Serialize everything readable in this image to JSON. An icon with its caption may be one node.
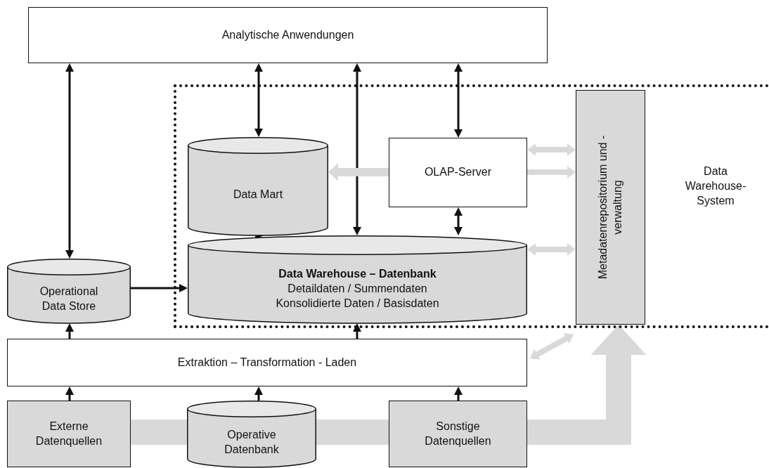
{
  "diagram": {
    "nodes": [
      {
        "text": [
          "Analytische Anwendungen"
        ]
      },
      {
        "text": [
          "Data Warehouse-System"
        ]
      },
      {
        "text": [
          "Data Mart"
        ],
        "in": 1
      },
      {
        "text": [
          "OLAP-Server"
        ],
        "in": 1
      },
      {
        "text": [
          "Metadatenrepositorium und -verwaltung"
        ],
        "in": 1
      },
      {
        "text": [
          "Data Warehouse – Datenbank",
          "Detaildaten / Summendaten",
          "Konsolidierte Daten / Basisdaten"
        ],
        "in": 1
      },
      {
        "text": [
          "Operational Data Store"
        ]
      },
      {
        "text": [
          "Extraktion – Transformation - Laden"
        ]
      },
      {
        "text": [
          "Externe Datenquellen"
        ]
      },
      {
        "text": [
          "Operative Datenbank"
        ]
      },
      {
        "text": [
          "Sonstige Datenquellen"
        ]
      }
    ],
    "edges": [
      {
        "from": 0,
        "to": 6,
        "arrow": "both"
      },
      {
        "from": 0,
        "to": 2,
        "arrow": "both"
      },
      {
        "from": 0,
        "to": 5,
        "arrow": "both"
      },
      {
        "from": 0,
        "to": 3,
        "arrow": "both"
      },
      {
        "from": 3,
        "to": 2,
        "arrow": "to",
        "style": "thick",
        "color": "#d9d9d9"
      },
      {
        "from": 5,
        "to": 2,
        "arrow": "to"
      },
      {
        "from": 3,
        "to": 5,
        "arrow": "both"
      },
      {
        "from": 6,
        "to": 5,
        "arrow": "to"
      },
      {
        "from": 7,
        "to": 6,
        "arrow": "to"
      },
      {
        "from": 7,
        "to": 5,
        "arrow": "to"
      },
      {
        "from": 8,
        "to": 7,
        "arrow": "to"
      },
      {
        "from": 9,
        "to": 7,
        "arrow": "to"
      },
      {
        "from": 10,
        "to": 7,
        "arrow": "to"
      },
      {
        "from": 3,
        "to": 4,
        "arrow": "both",
        "style": "thick",
        "color": "#d9d9d9"
      },
      {
        "from": 3,
        "to": 4,
        "arrow": "to",
        "style": "thick",
        "color": "#d9d9d9"
      },
      {
        "from": 5,
        "to": 4,
        "arrow": "both",
        "style": "thick",
        "color": "#d9d9d9"
      },
      {
        "from": 7,
        "to": 4,
        "arrow": "both",
        "style": "thick",
        "color": "#d9d9d9"
      },
      {
        "from": 8,
        "to": 9,
        "arrow": "none",
        "style": "thick",
        "color": "#d9d9d9"
      },
      {
        "from": 9,
        "to": 10,
        "arrow": "none",
        "style": "thick",
        "color": "#d9d9d9"
      },
      {
        "from": 10,
        "to": 4,
        "arrow": "to",
        "style": "thick",
        "color": "#d9d9d9"
      }
    ]
  }
}
